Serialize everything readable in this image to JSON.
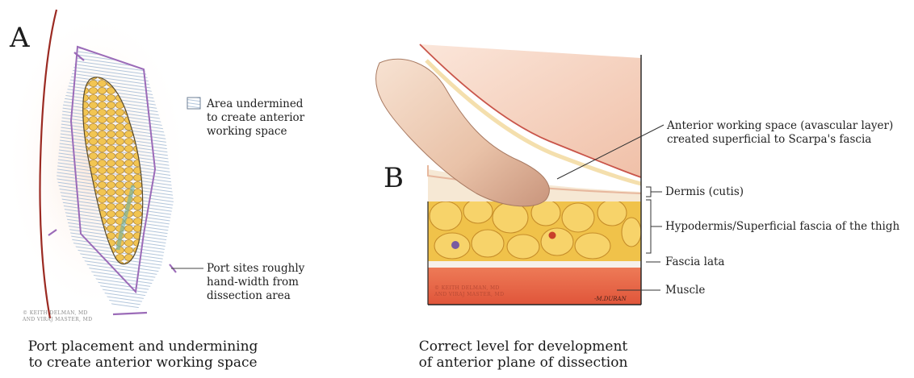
{
  "panel_a": {
    "letter": "A",
    "legend_text": [
      "Area undermined",
      "to create anterior",
      "working space"
    ],
    "port_text": [
      "Port sites roughly",
      "hand-width from",
      "dissection area"
    ],
    "copyright": [
      "© KEITH DELMAN, MD",
      "AND VIRAJ MASTER, MD"
    ],
    "caption": [
      "Port placement and undermining",
      "to create anterior working space"
    ]
  },
  "panel_b": {
    "letter": "B",
    "labels": {
      "anterior": [
        "Anterior working space (avascular layer)",
        "created superficial to Scarpa's fascia"
      ],
      "dermis": "Dermis (cutis)",
      "hypodermis": "Hypodermis/Superficial fascia of the thigh",
      "fascia_lata": "Fascia lata",
      "muscle": "Muscle"
    },
    "copyright": [
      "© KEITH DELMAN, MD",
      "AND VIRAJ MASTER, MD"
    ],
    "signature": "-M.DURAN",
    "caption": [
      "Correct level for development",
      "of anterior plane of dissection"
    ]
  },
  "colors": {
    "fat": "#f0c24a",
    "fat_outline": "#c8902a",
    "muscle": "#e86a48",
    "skin": "#f2c9b6",
    "hatch": "#a9c0d8",
    "port_line": "#9b6bb8",
    "body_outline": "#9b2a22"
  }
}
